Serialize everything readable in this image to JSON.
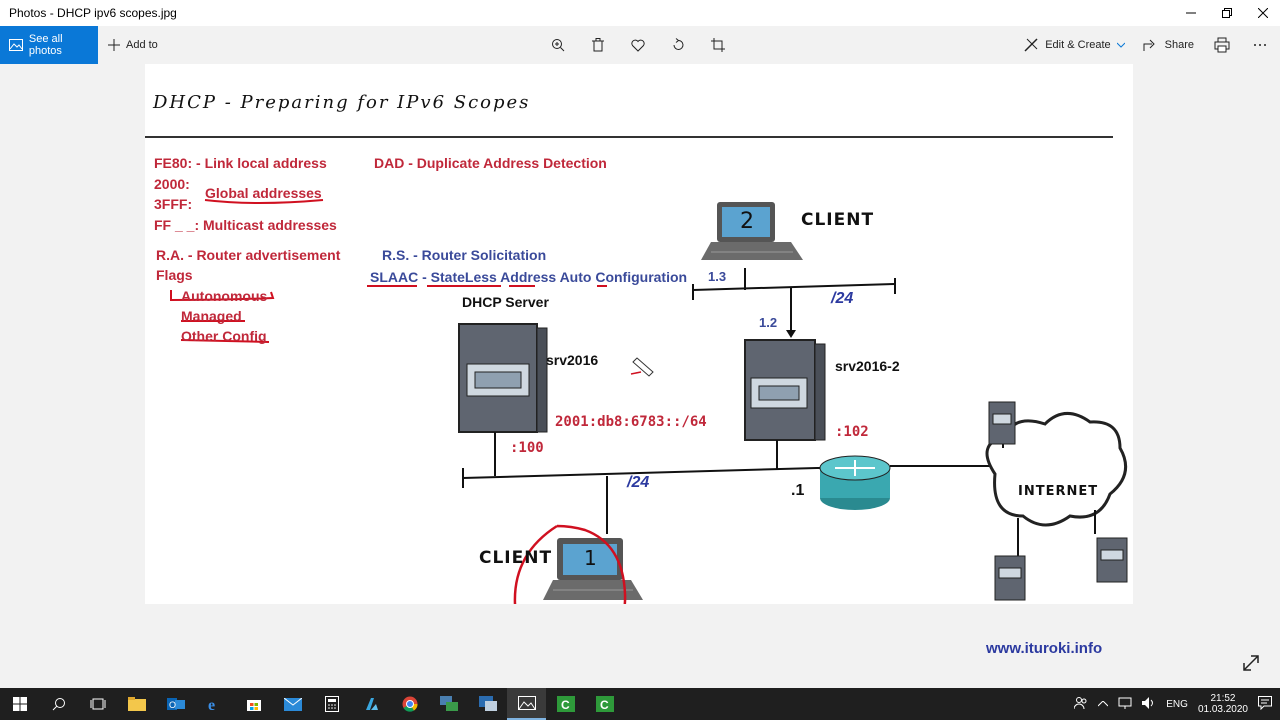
{
  "window": {
    "title": "Photos - DHCP ipv6 scopes.jpg"
  },
  "toolbar": {
    "see_all": "See all photos",
    "add_to": "Add to",
    "edit_create": "Edit & Create",
    "share": "Share"
  },
  "slide": {
    "title": "DHCP - Preparing for IPv6 Scopes",
    "notes": {
      "fe80": "FE80:  - Link local address",
      "dad": "DAD - Duplicate Address Detection",
      "n2000": "2000:",
      "n3fff": "3FFF:",
      "global": "Global addresses",
      "ff": "FF _ _:  Multicast addresses",
      "ra": "R.A. - Router advertisement",
      "flags": "Flags",
      "autonomous": "Autonomous",
      "managed": "Managed",
      "other": "Other Config",
      "rs": "R.S. - Router Solicitation",
      "slaac": "SLAAC - StateLess Address Auto Configuration"
    },
    "diagram": {
      "client_top": "CLIENT",
      "client_top_num": "2",
      "client_top_ip": "1.3",
      "subnet_top": "/24",
      "srv2_ip": "1.2",
      "dhcp_server": "DHCP Server",
      "srv2016": "srv2016",
      "srv2016_2": "srv2016-2",
      "prefix": "2001:db8:6783::/64",
      "srv_host": ":100",
      "srv2_host": ":102",
      "subnet_bottom": "/24",
      "router_ip": ".1",
      "internet": "INTERNET",
      "client_bottom": "CLIENT",
      "client_bottom_num": "1"
    },
    "website": "www.ituroki.info"
  },
  "taskbar": {
    "lang": "ENG",
    "time": "21:52",
    "date": "01.03.2020"
  }
}
